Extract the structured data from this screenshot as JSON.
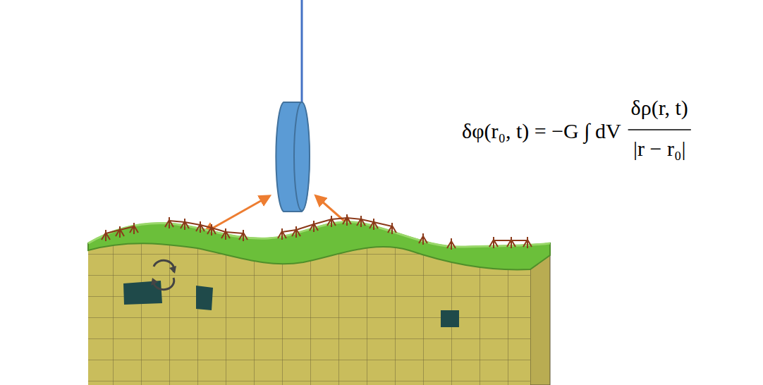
{
  "diagram": {
    "labels": [
      "δφ(r₀, t) = −G ∫ dV",
      "δρ(r, t)",
      "|r − r₀|"
    ]
  }
}
